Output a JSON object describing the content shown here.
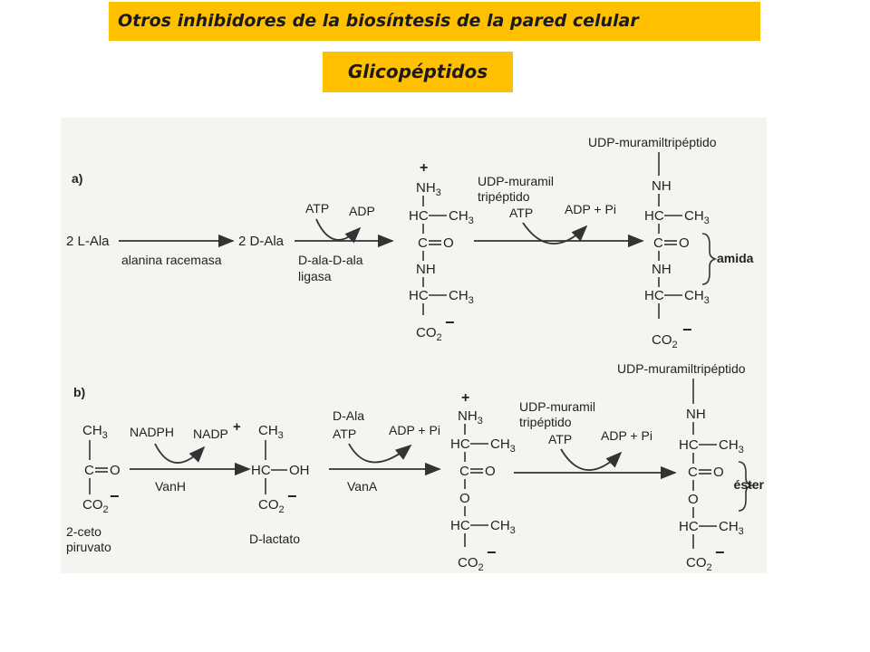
{
  "slide": {
    "title": "Otros inhibidores de la biosíntesis de la pared celular",
    "subtitle": "Glicopéptidos",
    "accent_color": "#ffc000"
  },
  "figure": {
    "panel_a": {
      "tag": "a)",
      "reactant": "2 L-Ala",
      "product1": "2 D-Ala",
      "enzyme1": "alanina racemasa",
      "atp": "ATP",
      "adp": "ADP",
      "ligase_line1": "D-ala-D-ala",
      "ligase_line2": "ligasa",
      "udp_top": "UDP-muramiltripéptido",
      "udp_line1": "UDP-muramil",
      "udp_line2": "tripéptido",
      "atp2": "ATP",
      "adp_pi": "ADP + Pi",
      "bracket_label": "amida"
    },
    "panel_b": {
      "tag": "b)",
      "nadph": "NADPH",
      "nadp": "NADP",
      "enzyme_vanh": "VanH",
      "enzyme_vana": "VanA",
      "dala": "D-Ala",
      "atp": "ATP",
      "adp_pi": "ADP + Pi",
      "udp_top": "UDP-muramiltripéptido",
      "udp_line1": "UDP-muramil",
      "udp_line2": "tripéptido",
      "atp2": "ATP",
      "adp_pi2": "ADP + Pi",
      "keto_line1": "2-ceto",
      "keto_line2": "piruvato",
      "dlactato": "D-lactato",
      "bracket_label": "éster"
    }
  }
}
